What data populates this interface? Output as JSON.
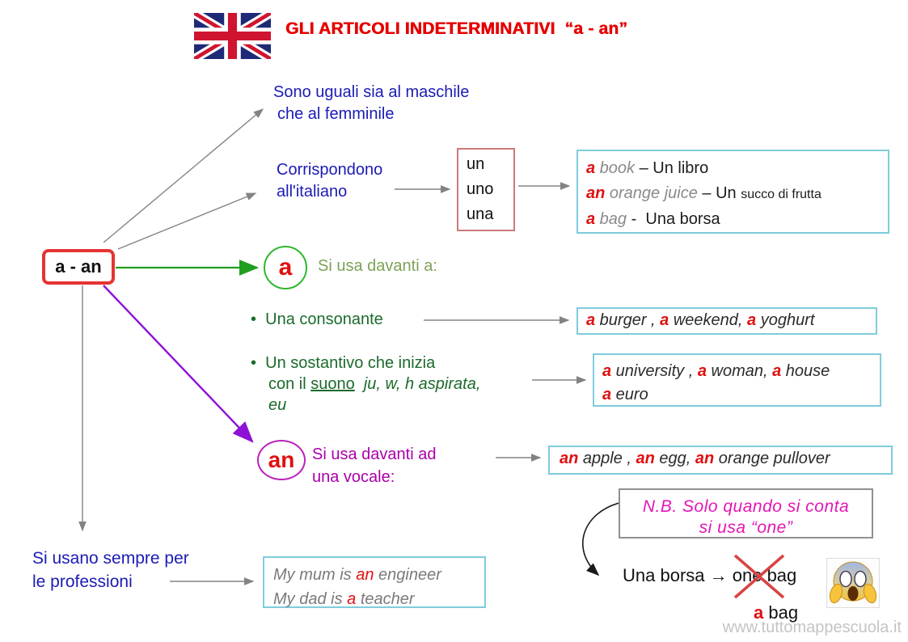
{
  "header": {
    "title": "GLI ARTICOLI INDETERMINATIVI  “a - an”",
    "flag_icon": "uk-flag"
  },
  "root_node": {
    "label": "a - an"
  },
  "branches": {
    "uguali": {
      "line1": "Sono uguali sia al maschile",
      "line2": "che al femminile"
    },
    "corrispondono": {
      "line1": "Corrispondono",
      "line2": "all'italiano"
    },
    "articoli_box": {
      "items": [
        "un",
        "uno",
        "una"
      ]
    },
    "professioni": {
      "line1": "Si usano sempre per",
      "line2": "le professioni"
    }
  },
  "a_section": {
    "circle": "a",
    "intro": "Si usa davanti a:",
    "bullet_glyph": "•",
    "bullet1": "Una consonante",
    "bullet2": {
      "line1": "Un sostantivo che inizia",
      "line2_pre": "con il ",
      "line2_underlined": "suono",
      "line2_italic": "  ju, w, h aspirata,",
      "line3": "eu"
    }
  },
  "an_section": {
    "circle": "an",
    "intro_line1": "Si usa davanti ad",
    "intro_line2": "una vocale:"
  },
  "examples": {
    "italiano": {
      "l1": {
        "art": "a",
        "noun": " book",
        "rest": " – Un libro"
      },
      "l2": {
        "art": "an",
        "noun": " orange juice",
        "rest": " – Un ",
        "small": "succo di frutta"
      },
      "l3": {
        "art": "a",
        "noun": " bag",
        "rest": " -  Una borsa"
      }
    },
    "consonante": [
      "a",
      " burger , ",
      "a",
      " weekend, ",
      "a",
      " yoghurt"
    ],
    "suono": {
      "l1": [
        "a",
        " university , ",
        "a",
        " woman, ",
        "a",
        " house"
      ],
      "l2": [
        "a",
        " euro"
      ]
    },
    "vocale": [
      "an",
      " apple , ",
      "an",
      " egg, ",
      "an",
      " orange pullover"
    ],
    "professioni_box": {
      "l1": [
        "My mum is ",
        "an",
        " engineer"
      ],
      "l2": [
        "My dad is ",
        "a",
        " teacher"
      ]
    }
  },
  "nb": {
    "line1": "N.B. Solo quando si conta",
    "line2": "si usa “one”"
  },
  "borsa": {
    "pre": "Una borsa → ",
    "crossed": "one",
    "post": " bag",
    "correction_art": "a",
    "correction_rest": " bag",
    "emoji": "screaming-face"
  },
  "watermark": "www.tuttomappescuola.it",
  "colors": {
    "title_red": "#e60000",
    "article_red": "#e01010",
    "blue": "#1b1bb5",
    "dark_green": "#1b6b2b",
    "olive_green": "#7da257",
    "magenta": "#aa00aa",
    "nb_pink": "#e316b6",
    "cyan_box_border": "#7fccdc",
    "un_box_border": "#cc7a7a",
    "root_border": "#e63333",
    "arrow_gray": "#838383",
    "arrow_green": "#1f9e1f",
    "arrow_purple": "#8d12d6",
    "cross_red": "#d94343",
    "watermark_gray": "#c4c4c4"
  }
}
